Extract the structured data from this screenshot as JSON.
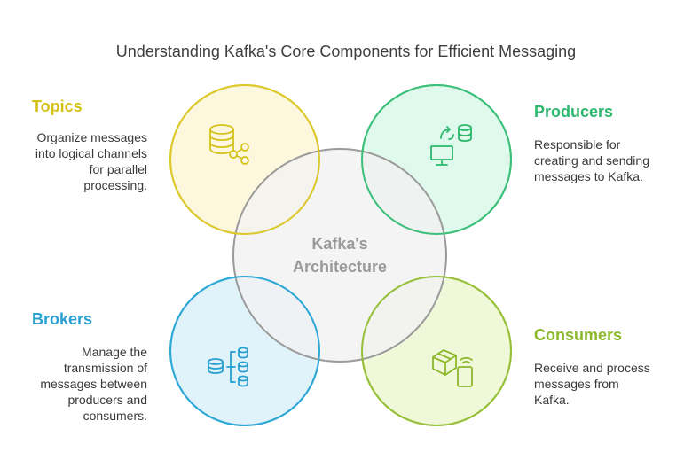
{
  "title": "Understanding Kafka's Core Components for Efficient Messaging",
  "center": {
    "line1": "Kafka's",
    "line2": "Architecture"
  },
  "topics": {
    "heading": "Topics",
    "desc": [
      "Organize messages",
      "into logical channels",
      "for parallel",
      "processing."
    ],
    "color": "#d4c21a",
    "icon": "database-share-icon"
  },
  "producers": {
    "heading": "Producers",
    "desc": [
      "Responsible for",
      "creating and sending",
      "messages to Kafka."
    ],
    "color": "#2db86e",
    "icon": "computer-database-sync-icon"
  },
  "brokers": {
    "heading": "Brokers",
    "desc": [
      "Manage the",
      "transmission of",
      "messages between",
      "producers and",
      "consumers."
    ],
    "color": "#2a9fd0",
    "icon": "database-distribution-icon"
  },
  "consumers": {
    "heading": "Consumers",
    "desc": [
      "Receive and process",
      "messages from",
      "Kafka."
    ],
    "color": "#8cb82a",
    "icon": "package-phone-icon"
  }
}
